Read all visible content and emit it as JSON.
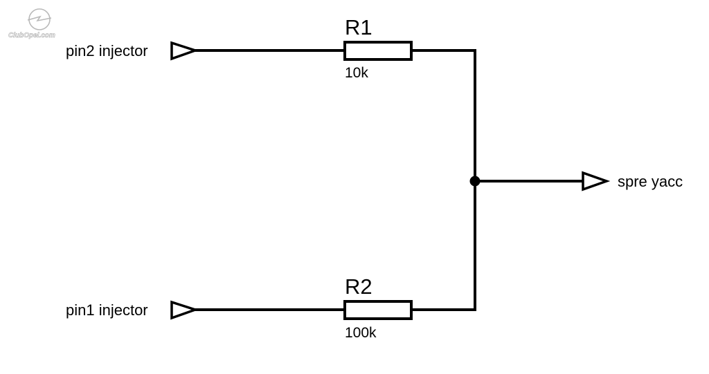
{
  "watermark": {
    "text": "ClubOpel.com",
    "icon": "opel-logo-icon"
  },
  "inputs": [
    {
      "label": "pin2 injector",
      "icon": "port-arrow-icon"
    },
    {
      "label": "pin1 injector",
      "icon": "port-arrow-icon"
    }
  ],
  "resistors": [
    {
      "ref": "R1",
      "value": "10k"
    },
    {
      "ref": "R2",
      "value": "100k"
    }
  ],
  "output": {
    "label": "spre yacc",
    "icon": "port-arrow-icon"
  },
  "colors": {
    "wire": "#000000",
    "background": "#ffffff",
    "watermark": "#b9b9b9"
  }
}
